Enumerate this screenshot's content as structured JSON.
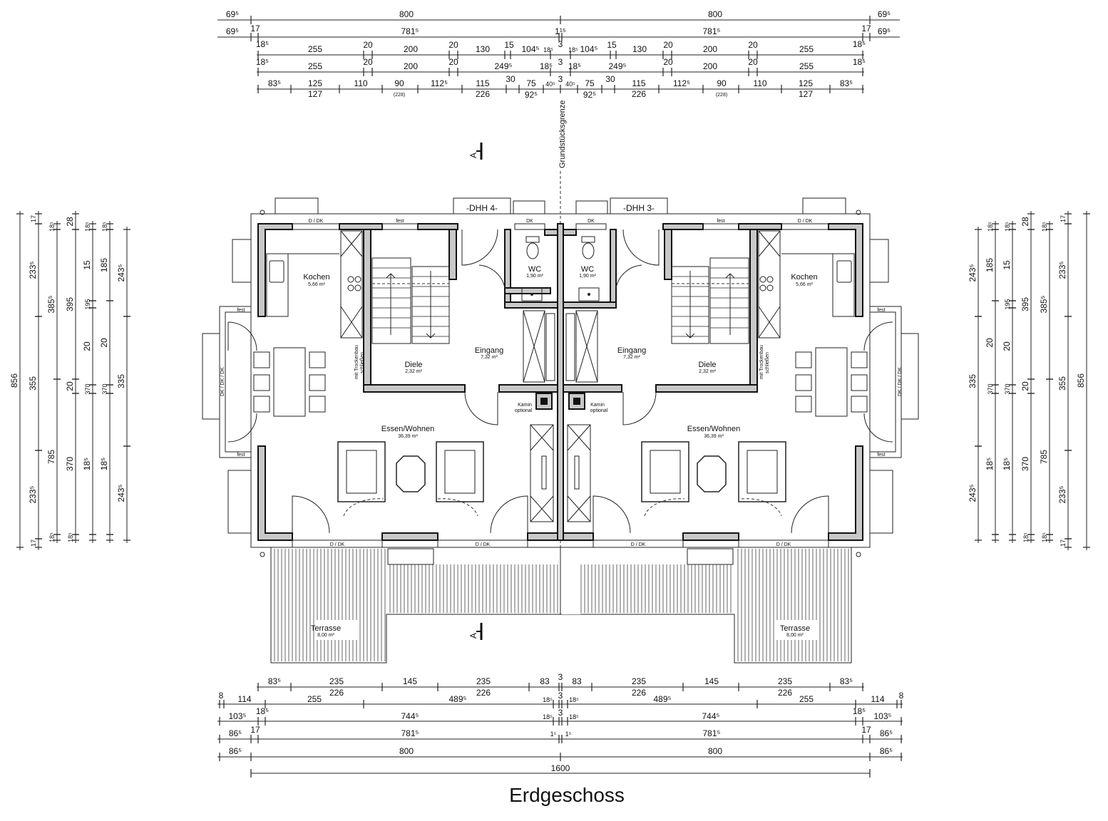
{
  "title": "Erdgeschoss",
  "boundary_label": "Grundstücksgrenze",
  "section_label": "A",
  "units": [
    {
      "label": "-DHH 4-",
      "rooms": {
        "kochen": {
          "name": "Kochen",
          "area": "5,66 m²"
        },
        "wc": {
          "name": "WC",
          "area": "1,90 m²"
        },
        "eingang": {
          "name": "Eingang",
          "area": "7,32 m²"
        },
        "diele": {
          "name": "Diele",
          "area": "2,32 m²"
        },
        "essen": {
          "name": "Essen/Wohnen",
          "area": "36,39 m²"
        },
        "terrasse": {
          "name": "Terrasse",
          "area": "8,00 m²"
        }
      }
    },
    {
      "label": "-DHH 3-",
      "rooms": {
        "kochen": {
          "name": "Kochen",
          "area": "5,66 m²"
        },
        "wc": {
          "name": "WC",
          "area": "1,90 m²"
        },
        "eingang": {
          "name": "Eingang",
          "area": "7,32 m²"
        },
        "diele": {
          "name": "Diele",
          "area": "2,32 m²"
        },
        "essen": {
          "name": "Essen/Wohnen",
          "area": "36,39 m²"
        },
        "terrasse": {
          "name": "Terrasse",
          "area": "8,00 m²"
        }
      }
    }
  ],
  "window_labels": {
    "d_dk": "D / DK",
    "dk": "DK",
    "fest": "fest",
    "dk_dk_dk": "DK / DK / DK",
    "kamin": "Kamin",
    "optional": "optional",
    "trockenbau": "mit Trockenbau",
    "schliessen": "schließen"
  },
  "dims_top": {
    "row1": [
      "69⁵",
      "800",
      "800",
      "69⁵"
    ],
    "row2": [
      "69⁵",
      "17",
      "781⁵",
      "1¹⁵",
      "781⁵",
      "17",
      "69⁵"
    ],
    "row3": [
      "18⁵",
      "255",
      "20",
      "200",
      "20",
      "130",
      "15",
      "104⁵",
      "18⁵",
      "3",
      "18⁵",
      "104⁵",
      "15",
      "130",
      "20",
      "200",
      "20",
      "255",
      "18⁵"
    ],
    "row4": [
      "18⁵",
      "255",
      "20",
      "200",
      "20",
      "249⁵",
      "18⁵",
      "3",
      "18⁵",
      "249⁵",
      "20",
      "200",
      "20",
      "255",
      "18⁵"
    ],
    "row5": [
      "83⁵",
      "125",
      "110",
      "90",
      "112⁵",
      "115",
      "30",
      "75",
      "40⁵",
      "3",
      "40⁵",
      "75",
      "30",
      "115",
      "112⁵",
      "90",
      "110",
      "125",
      "83⁵"
    ],
    "row5sub": [
      "127",
      "(228)",
      "226",
      "92⁵",
      "92⁵",
      "226",
      "(228)",
      "127"
    ]
  },
  "dims_bottom": {
    "row1": [
      "83⁵",
      "235",
      "145",
      "235",
      "83",
      "3",
      "83",
      "235",
      "145",
      "235",
      "83⁵"
    ],
    "row1sub": [
      "226",
      "226",
      "226",
      "226"
    ],
    "row2": [
      "8",
      "114",
      "255",
      "489⁵",
      "18⁵",
      "3",
      "18⁵",
      "489⁵",
      "255",
      "114",
      "8"
    ],
    "row3": [
      "103⁵",
      "18⁵",
      "744⁵",
      "18⁵",
      "3",
      "18⁵",
      "744⁵",
      "18⁵",
      "103⁵"
    ],
    "row4": [
      "86⁵",
      "17",
      "781⁵",
      "1⁵",
      "1⁵",
      "781⁵",
      "17",
      "86⁵"
    ],
    "row5": [
      "86⁵",
      "800",
      "800",
      "86⁵"
    ],
    "row6": [
      "1600"
    ]
  },
  "dims_left": {
    "c1": [
      "856"
    ],
    "c2": [
      "17",
      "233⁵",
      "355",
      "233⁵",
      "17"
    ],
    "c3": [
      "18⁵",
      "385⁵",
      "785",
      "18⁵"
    ],
    "c4": [
      "28",
      "395",
      "20",
      "370",
      "18⁵"
    ],
    "c5": [
      "18⁵",
      "15",
      "195",
      "20",
      "370",
      "18⁵"
    ],
    "c6": [
      "18⁵",
      "185",
      "20",
      "370",
      "18⁵"
    ],
    "c7": [
      "243⁵",
      "335",
      "243⁵"
    ]
  },
  "dims_right": {
    "c1": [
      "856"
    ],
    "c2": [
      "17",
      "233⁵",
      "355",
      "233⁵",
      "17"
    ],
    "c3": [
      "18⁵",
      "385⁵",
      "785",
      "18⁵"
    ],
    "c4": [
      "28",
      "395",
      "20",
      "370",
      "18⁵"
    ],
    "c5": [
      "18⁵",
      "15",
      "195",
      "20",
      "370",
      "18⁵"
    ],
    "c6": [
      "18⁵",
      "185",
      "20",
      "370",
      "18⁵"
    ],
    "c7": [
      "243⁵",
      "335",
      "243⁵"
    ]
  }
}
